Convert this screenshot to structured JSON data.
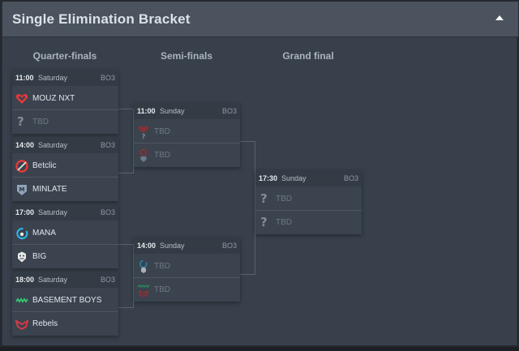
{
  "header": {
    "title": "Single Elimination Bracket"
  },
  "columns": [
    "Quarter-finals",
    "Semi-finals",
    "Grand final"
  ],
  "quarterfinals": [
    {
      "time": "11:00",
      "day": "Saturday",
      "format": "BO3",
      "team1": {
        "name": "MOUZ NXT",
        "icon": "mouz-logo-icon"
      },
      "team2": {
        "name": "TBD",
        "icon": "question-mark-icon"
      }
    },
    {
      "time": "14:00",
      "day": "Saturday",
      "format": "BO3",
      "team1": {
        "name": "Betclic",
        "icon": "betclic-logo-icon"
      },
      "team2": {
        "name": "MINLATE",
        "icon": "minlate-logo-icon"
      }
    },
    {
      "time": "17:00",
      "day": "Saturday",
      "format": "BO3",
      "team1": {
        "name": "MANA",
        "icon": "mana-logo-icon"
      },
      "team2": {
        "name": "BIG",
        "icon": "big-logo-icon"
      }
    },
    {
      "time": "18:00",
      "day": "Saturday",
      "format": "BO3",
      "team1": {
        "name": "BASEMENT BOYS",
        "icon": "basement-boys-logo-icon"
      },
      "team2": {
        "name": "Rebels",
        "icon": "rebels-logo-icon"
      }
    }
  ],
  "semifinals": [
    {
      "time": "11:00",
      "day": "Sunday",
      "format": "BO3",
      "team1": {
        "name": "TBD",
        "icon": "mouz-question-logo-icon"
      },
      "team2": {
        "name": "TBD",
        "icon": "betclic-minlate-logo-icon"
      }
    },
    {
      "time": "14:00",
      "day": "Sunday",
      "format": "BO3",
      "team1": {
        "name": "TBD",
        "icon": "mana-big-logo-icon"
      },
      "team2": {
        "name": "TBD",
        "icon": "basement-rebels-logo-icon"
      }
    }
  ],
  "final": {
    "time": "17:30",
    "day": "Sunday",
    "format": "BO3",
    "team1": {
      "name": "TBD",
      "icon": "question-mark-icon"
    },
    "team2": {
      "name": "TBD",
      "icon": "question-mark-icon"
    }
  },
  "colors": {
    "mouz": "#e5383b",
    "betclic": "#e23b3b",
    "minlate": "#8fa2b8",
    "mana": "#2fb2e6",
    "big": "#e8e8e8",
    "basement": "#38c172",
    "rebels": "#d93844"
  }
}
